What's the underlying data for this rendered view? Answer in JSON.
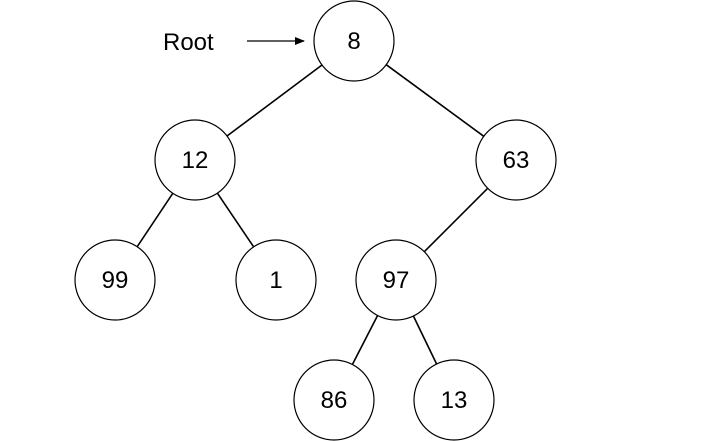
{
  "root_pointer": {
    "label": "Root",
    "target": "n8"
  },
  "tree": {
    "nodes": [
      {
        "id": "n8",
        "label": "8"
      },
      {
        "id": "n12",
        "label": "12"
      },
      {
        "id": "n63",
        "label": "63"
      },
      {
        "id": "n99",
        "label": "99"
      },
      {
        "id": "n1",
        "label": "1"
      },
      {
        "id": "n97",
        "label": "97"
      },
      {
        "id": "n86",
        "label": "86"
      },
      {
        "id": "n13",
        "label": "13"
      }
    ],
    "edges": [
      {
        "from": "n8",
        "to": "n12"
      },
      {
        "from": "n8",
        "to": "n63"
      },
      {
        "from": "n12",
        "to": "n99"
      },
      {
        "from": "n12",
        "to": "n1"
      },
      {
        "from": "n63",
        "to": "n97"
      },
      {
        "from": "n97",
        "to": "n86"
      },
      {
        "from": "n97",
        "to": "n13"
      }
    ]
  }
}
